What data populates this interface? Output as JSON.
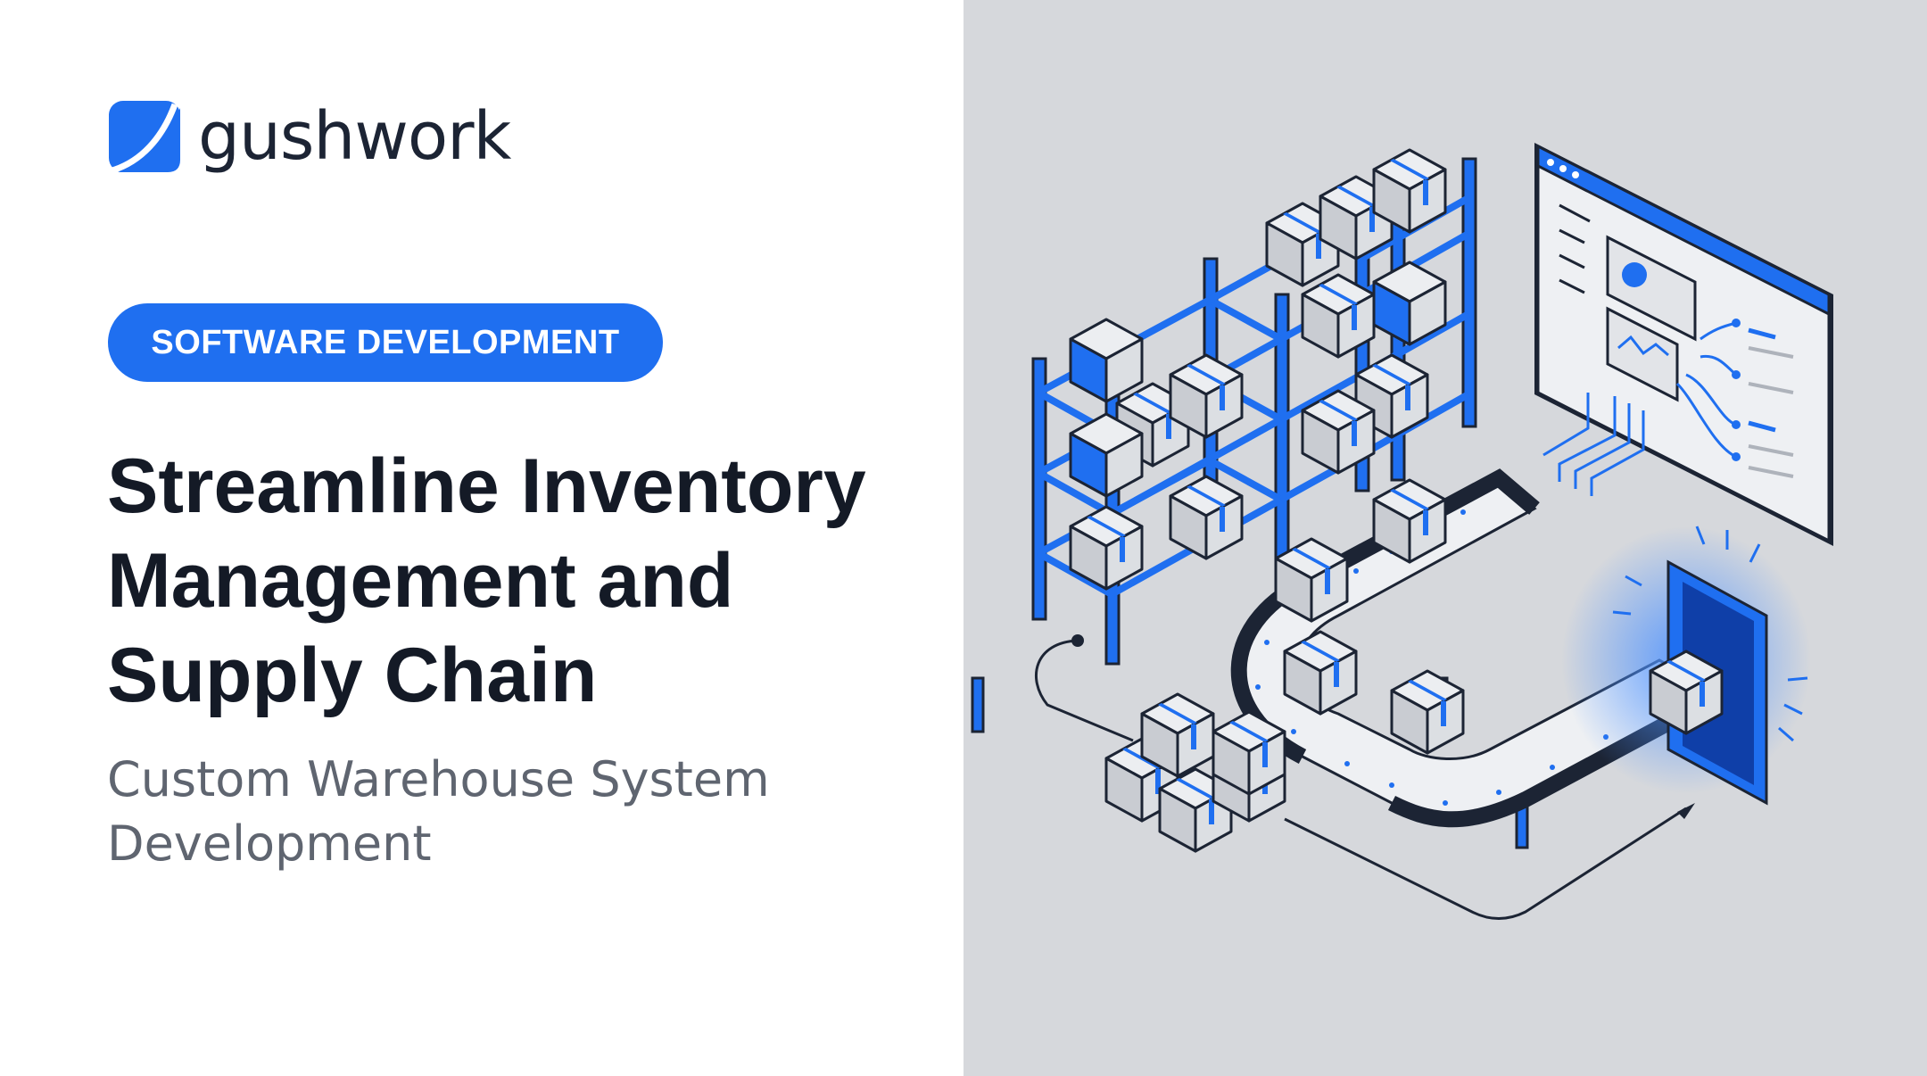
{
  "brand": {
    "name": "gushwork",
    "logo_icon": "gushwork-logo-icon",
    "accent": "#1f6ff0"
  },
  "badge": {
    "label": "SOFTWARE DEVELOPMENT"
  },
  "headline": {
    "line1": "Streamline Inventory",
    "line2": "Management and",
    "line3": "Supply Chain"
  },
  "subheadline": {
    "line1": "Custom Warehouse System",
    "line2": "Development"
  },
  "illustration": {
    "icons": [
      "warehouse-shelving-icon",
      "cardboard-box-icon",
      "conveyor-belt-icon",
      "dashboard-screen-icon",
      "scanner-portal-icon"
    ],
    "colors": {
      "background": "#d6d8dc",
      "blue": "#1f6ff0",
      "ink": "#1c2434",
      "box": "#e3e5e8"
    }
  }
}
